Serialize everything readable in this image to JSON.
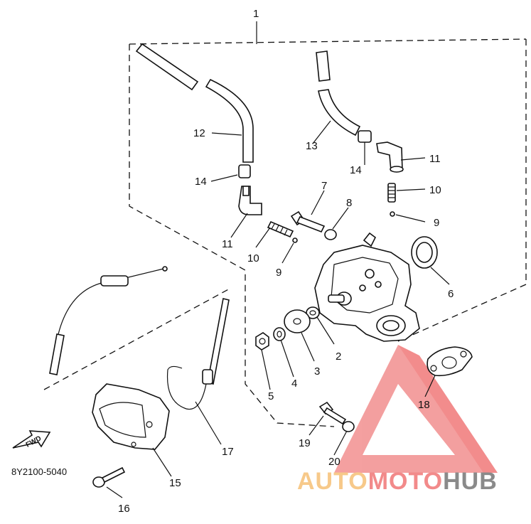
{
  "diagram": {
    "assembly_number": "1",
    "part_code": "8Y2100-5040",
    "forward_arrow_text": "FWD",
    "callouts": [
      {
        "id": "c1",
        "text": "1"
      },
      {
        "id": "c2",
        "text": "2"
      },
      {
        "id": "c3",
        "text": "3"
      },
      {
        "id": "c4",
        "text": "4"
      },
      {
        "id": "c5",
        "text": "5"
      },
      {
        "id": "c6",
        "text": "6"
      },
      {
        "id": "c7",
        "text": "7"
      },
      {
        "id": "c8",
        "text": "8"
      },
      {
        "id": "c9a",
        "text": "9"
      },
      {
        "id": "c9b",
        "text": "9"
      },
      {
        "id": "c10a",
        "text": "10"
      },
      {
        "id": "c10b",
        "text": "10"
      },
      {
        "id": "c11a",
        "text": "11"
      },
      {
        "id": "c11b",
        "text": "11"
      },
      {
        "id": "c12",
        "text": "12"
      },
      {
        "id": "c13",
        "text": "13"
      },
      {
        "id": "c14a",
        "text": "14"
      },
      {
        "id": "c14b",
        "text": "14"
      },
      {
        "id": "c15",
        "text": "15"
      },
      {
        "id": "c16",
        "text": "16"
      },
      {
        "id": "c17",
        "text": "17"
      },
      {
        "id": "c18",
        "text": "18"
      },
      {
        "id": "c19",
        "text": "19"
      },
      {
        "id": "c20",
        "text": "20"
      }
    ]
  },
  "watermark": {
    "part1": "AUTO",
    "part2": "MOTO",
    "part3": "HUB",
    "colors": {
      "auto": "#f7c98a",
      "moto": "#f28a8a",
      "hub": "#8a8a8a",
      "triangle": "#f08080"
    }
  }
}
